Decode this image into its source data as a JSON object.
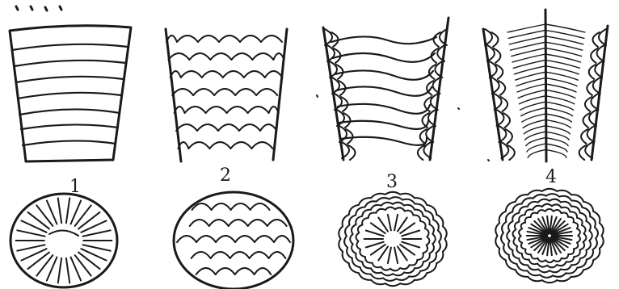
{
  "figure": {
    "labels": [
      "1",
      "2",
      "3",
      "4"
    ],
    "panels": [
      {
        "pattern": "parallel-lines"
      },
      {
        "pattern": "scallops"
      },
      {
        "pattern": "scallops-edges-wavy-lines"
      },
      {
        "pattern": "scallops-edges-central-rib"
      }
    ],
    "ink_color": "#1a1a1a",
    "background": "#ffffff"
  }
}
